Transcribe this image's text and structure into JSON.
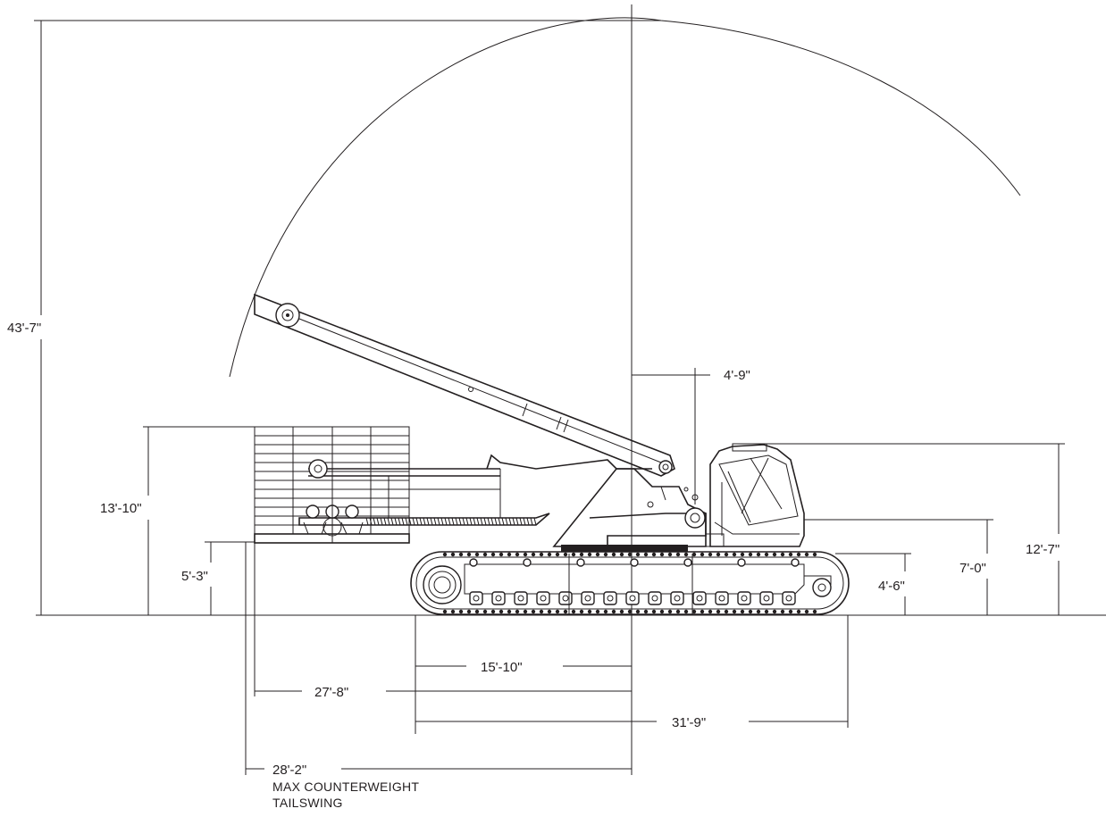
{
  "dimensions": {
    "overall_height": "43'-7\"",
    "counterweight_height": "13'-10\"",
    "counterweight_clearance": "5'-3\"",
    "pivot_offset": "4'-9\"",
    "cab_height": "12'-7\"",
    "boom_pivot_height": "7'-0\"",
    "track_height": "4'-6\"",
    "track_center_to_rear": "15'-10\"",
    "tailswing": "27'-8\"",
    "overall_length": "31'-9\"",
    "max_tailswing": "28'-2\""
  },
  "notes": {
    "max_tailswing_line1": "MAX COUNTERWEIGHT",
    "max_tailswing_line2": "TAILSWING"
  }
}
